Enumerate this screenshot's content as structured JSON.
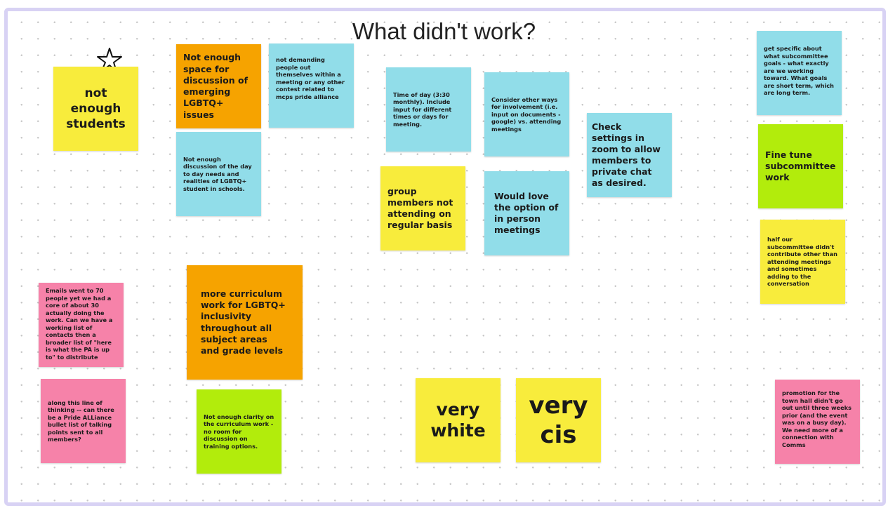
{
  "board": {
    "title": "What didn't work?"
  },
  "colors": {
    "yellow": "#f8ec3c",
    "orange": "#f6a300",
    "blue": "#91dde9",
    "green": "#b2ec0c",
    "pink": "#f682a9",
    "frame": "#d8d2f4"
  },
  "notes": [
    "not enough students",
    "Not enough space for discussion of emerging LGBTQ+ issues",
    "not demanding people out themselves within a meeting or any other contest related to mcps pride alliance",
    "Not enough discussion of the day to day needs and realities of LGBTQ+ student in schools.",
    "Time of day (3:30 monthly).  Include input for different times or days for meeting.",
    "Consider other ways for involvement (i.e. input on documents - google) vs. attending meetings",
    "group members not attending on regular basis",
    "Would love the option of in person meetings",
    "Check settings in zoom to allow members to private chat as desired.",
    "get specific about what subcommittee goals - what exactly are we working toward.  What goals are short term, which are long term.",
    "Fine tune subcommittee work",
    "half our subcommittee didn't contribute other than attending meetings and sometimes adding to the conversation",
    "Emails went to 70 people yet we had a core of about 30 actually doing the work.  Can we have a working list of contacts then a broader list of \"here is what the PA is up to\" to distribute",
    "more curriculum work for LGBTQ+ inclusivity throughout all subject areas and grade levels",
    "along this line of thinking -- can there be a Pride ALLiance bullet list of talking points sent to all members?",
    "Not enough clarity on the curriculum work - no room for discussion on training options.",
    "very white",
    "very cis",
    "promotion for the town hall didn't go out until three weeks prior (and the event was on a busy day).  We need more of a connection with Comms"
  ]
}
